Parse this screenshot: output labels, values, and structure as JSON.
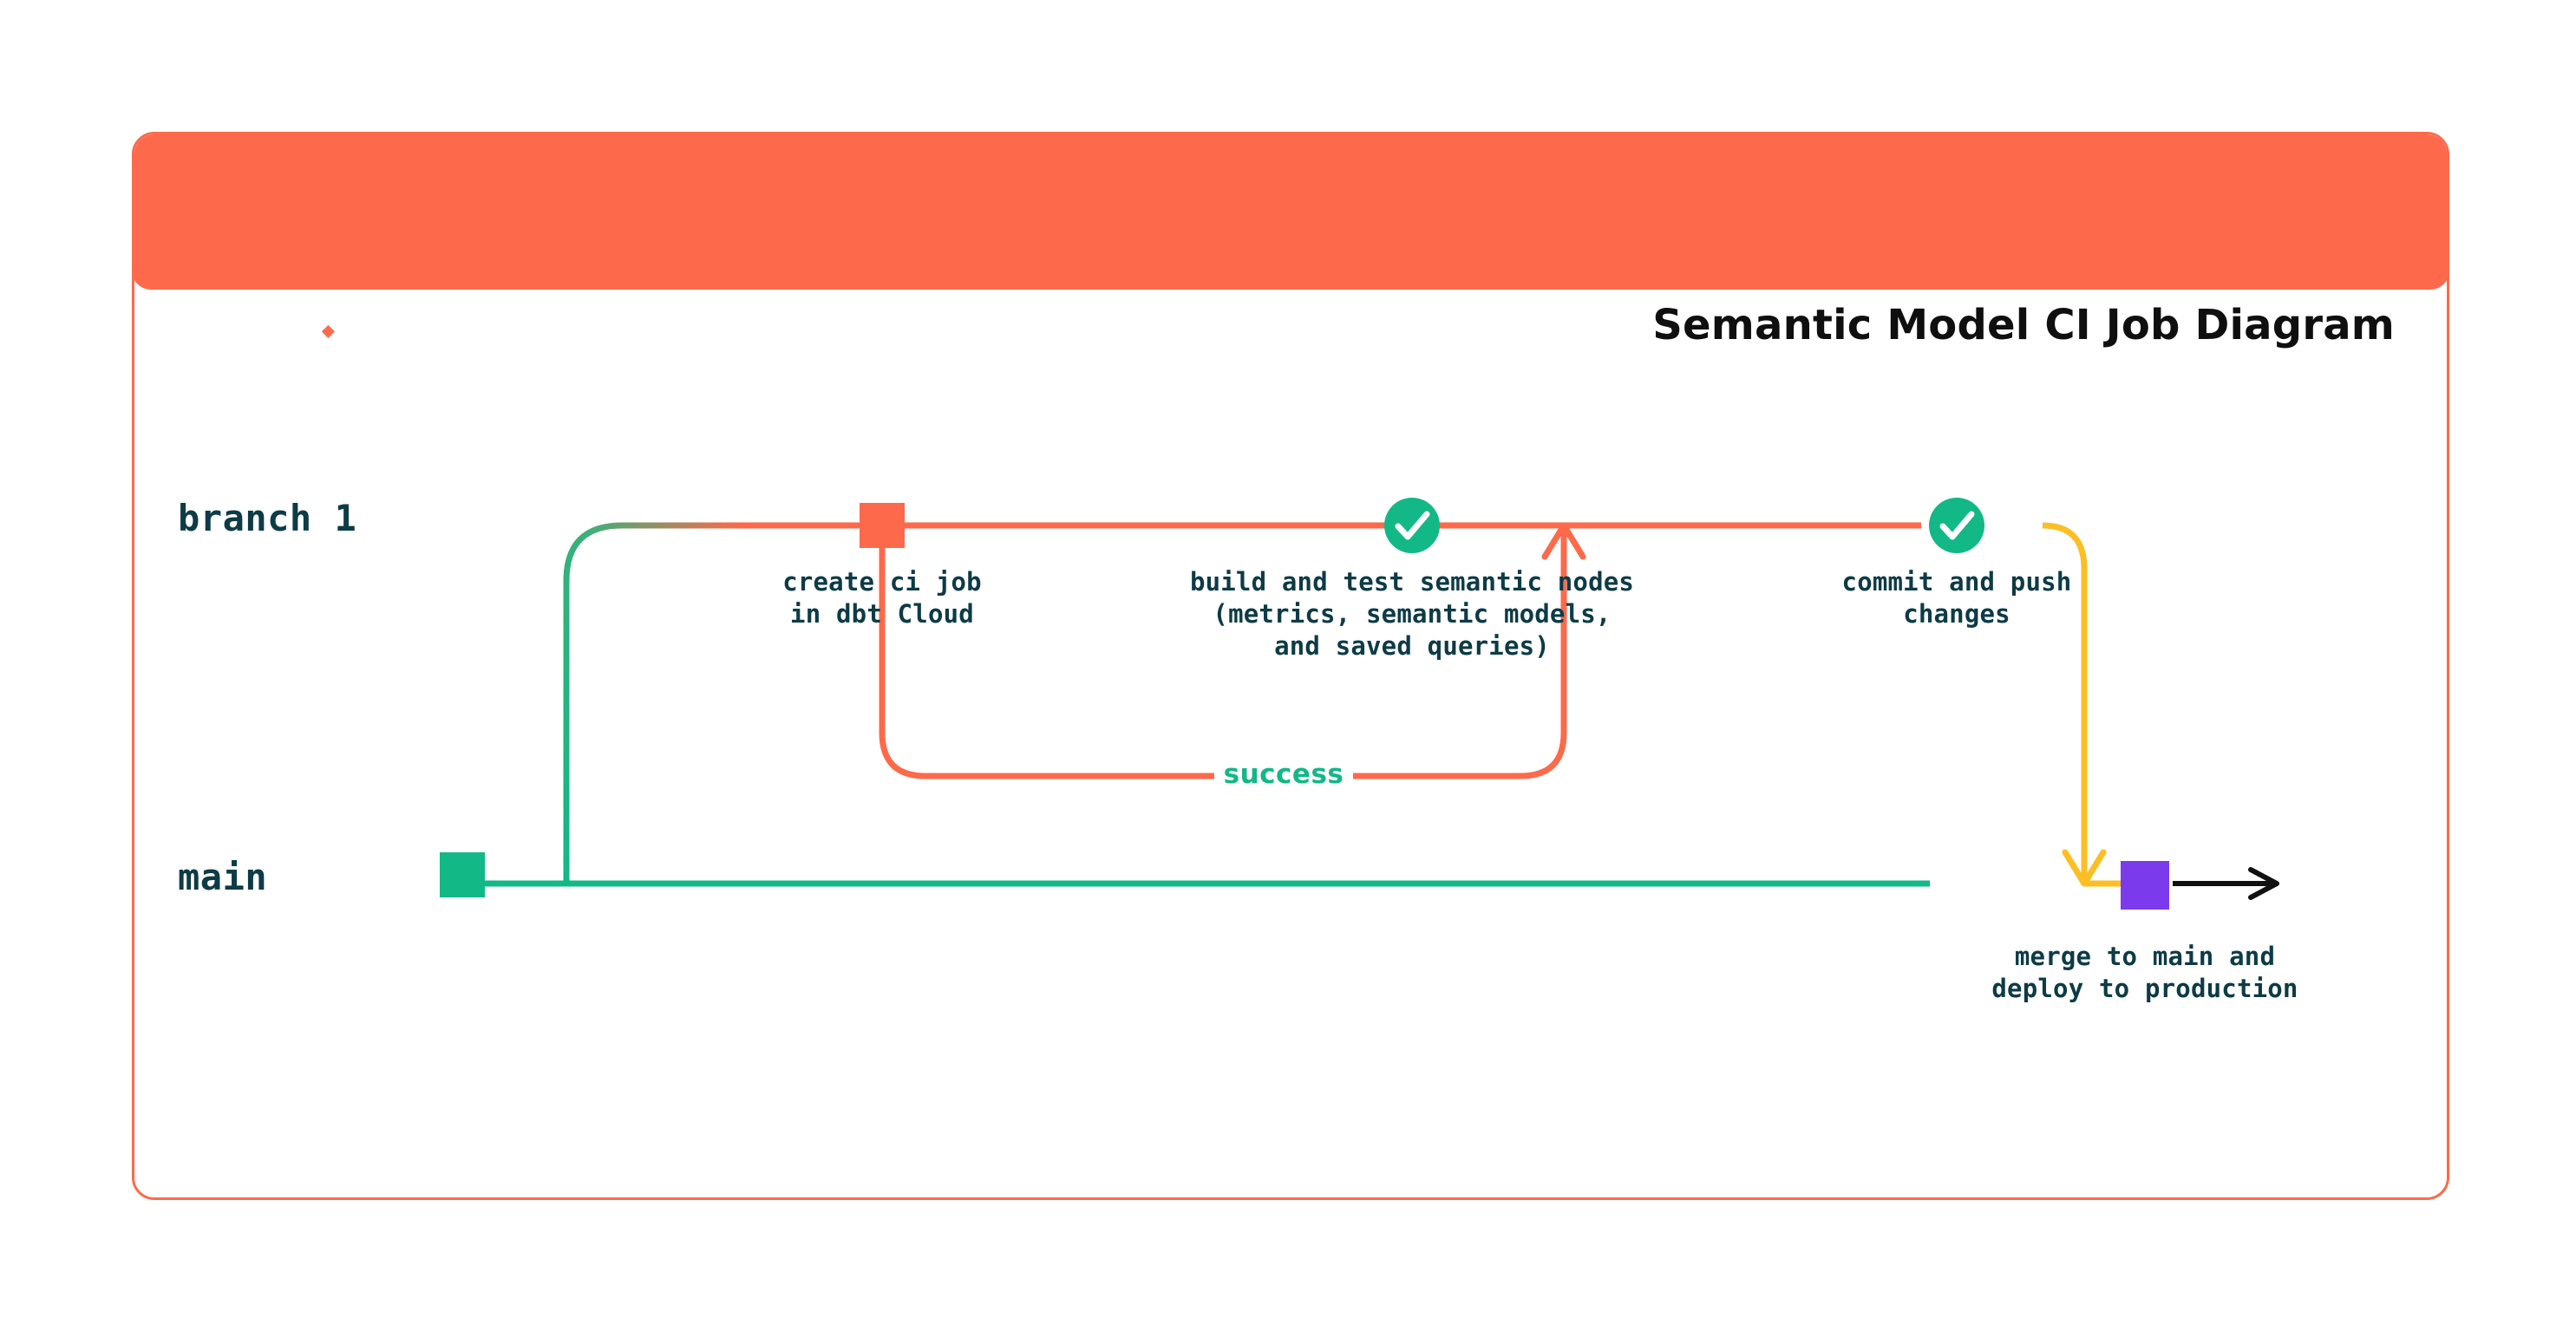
{
  "header": {
    "title": "Semantic Model CI Job Diagram",
    "logo_icon": "dbt-logo-icon",
    "background_color": "#fd6a4b"
  },
  "colors": {
    "card_border": "#fc6a4b",
    "header_bg": "#fd6a4b",
    "main_branch": "#12b886",
    "feature_branch_start": "#12b886",
    "feature_branch_end": "#fc6a4b",
    "merge_line": "#fbbf24",
    "loop_line": "#fc6a4b",
    "text_dark": "#0d3b46",
    "success_text": "#12b886",
    "commit_marker_main": "#12b886",
    "commit_marker_branch": "#fc6a4b",
    "commit_marker_merge": "#7c3aed",
    "final_arrow": "#111111",
    "check_circle": "#12b886"
  },
  "diagram": {
    "type": "git-branch-flow",
    "branches": [
      {
        "id": "branch-1",
        "label": "branch 1",
        "color": "#12b886"
      },
      {
        "id": "main",
        "label": "main",
        "color": "#12b886"
      }
    ],
    "nodes": [
      {
        "id": "create-ci-job",
        "branch": "branch-1",
        "marker": "square",
        "marker_color": "#fc6a4b",
        "label_lines": [
          "create ci job",
          "in dbt Cloud"
        ]
      },
      {
        "id": "build-and-test",
        "branch": "branch-1",
        "marker": "check-circle",
        "marker_color": "#12b886",
        "label_lines": [
          "build and test semantic nodes",
          "(metrics, semantic models,",
          "and saved queries)"
        ]
      },
      {
        "id": "commit-and-push",
        "branch": "branch-1",
        "marker": "check-circle",
        "marker_color": "#12b886",
        "label_lines": [
          "commit and push",
          "changes"
        ]
      },
      {
        "id": "merge-to-main",
        "branch": "main",
        "marker": "square",
        "marker_color": "#7c3aed",
        "label_lines": [
          "merge to main and",
          "deploy to production"
        ]
      },
      {
        "id": "main-start",
        "branch": "main",
        "marker": "square",
        "marker_color": "#12b886",
        "label_lines": []
      }
    ],
    "edges": [
      {
        "id": "success-loop",
        "label": "success",
        "label_color": "#12b886",
        "color": "#fc6a4b",
        "from": "build-and-test",
        "to": "build-and-test",
        "style": "rounded-loop-with-arrow"
      },
      {
        "id": "merge-edge",
        "label": "",
        "color": "#fbbf24",
        "from": "commit-and-push",
        "to": "merge-to-main",
        "style": "rounded-down-arrow"
      },
      {
        "id": "branch-out",
        "label": "",
        "color": "#12b886",
        "from": "main-start",
        "to": "create-ci-job",
        "style": "rounded-up"
      },
      {
        "id": "main-continues",
        "label": "",
        "color": "#111111",
        "from": "merge-to-main",
        "to": "",
        "style": "straight-arrow"
      }
    ]
  }
}
